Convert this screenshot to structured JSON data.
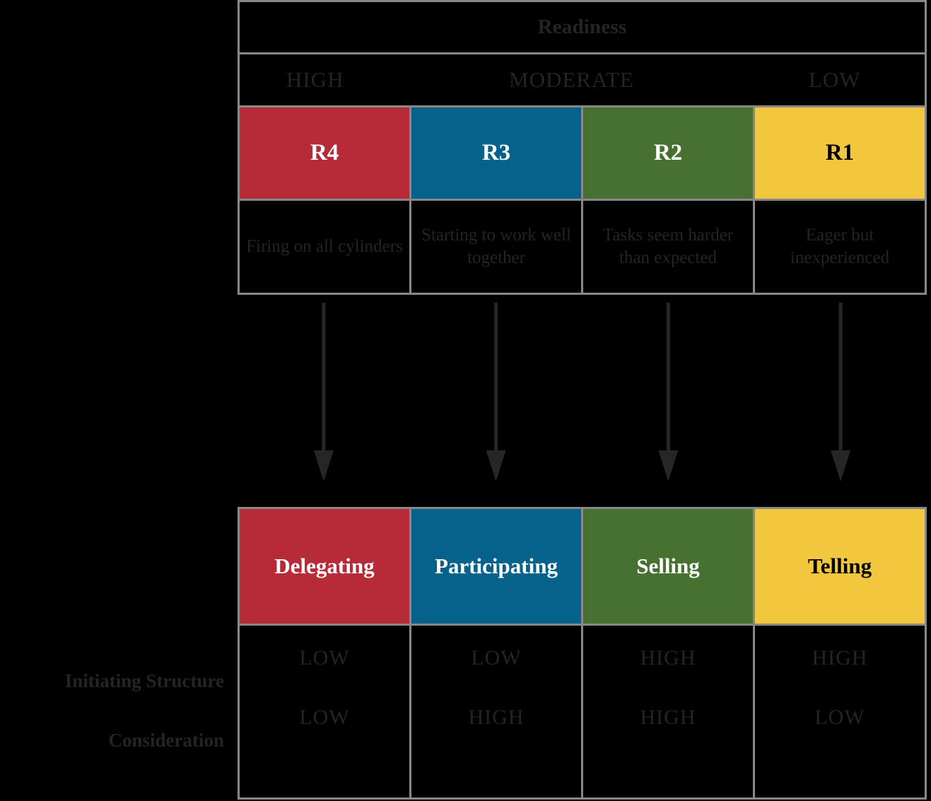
{
  "readiness": {
    "title": "Readiness",
    "levels": [
      {
        "label": "HIGH"
      },
      {
        "label": "MODERATE"
      },
      {
        "label": "LOW"
      }
    ],
    "columns": [
      {
        "code": "R4",
        "color": "#B72A38",
        "text_color": "#FFFFFF",
        "description": "Firing on all cylinders"
      },
      {
        "code": "R3",
        "color": "#04628B",
        "text_color": "#FFFFFF",
        "description": "Starting to work well together"
      },
      {
        "code": "R2",
        "color": "#477130",
        "text_color": "#FFFFFF",
        "description": "Tasks seem harder than expected"
      },
      {
        "code": "R1",
        "color": "#F2C63D",
        "text_color": "#000000",
        "description": "Eager but inexperienced"
      }
    ]
  },
  "arrows": {
    "icon": "arrow-down-icon",
    "color": "#262626",
    "count": 4
  },
  "styles": {
    "columns": [
      {
        "name": "Delegating",
        "color": "#B72A38",
        "text_color": "#FFFFFF"
      },
      {
        "name": "Participating",
        "color": "#04628B",
        "text_color": "#FFFFFF"
      },
      {
        "name": "Selling",
        "color": "#477130",
        "text_color": "#FFFFFF"
      },
      {
        "name": "Telling",
        "color": "#F2C63D",
        "text_color": "#000000"
      }
    ],
    "rows": [
      {
        "label": "Initiating Structure",
        "values": [
          "LOW",
          "LOW",
          "HIGH",
          "HIGH"
        ]
      },
      {
        "label": "Consideration",
        "values": [
          "LOW",
          "HIGH",
          "HIGH",
          "LOW"
        ]
      }
    ]
  },
  "theme": {
    "background": "#000000",
    "border": "#888888",
    "text": "#242424"
  }
}
